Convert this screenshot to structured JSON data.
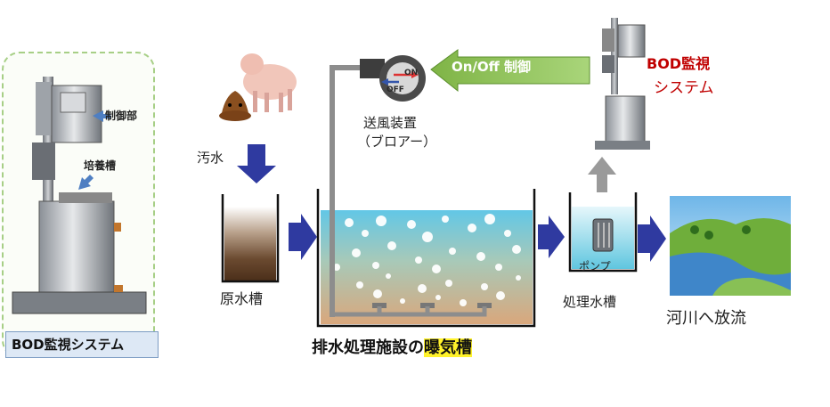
{
  "left_panel": {
    "labels": {
      "control_unit": "制御部",
      "culture_tank": "培養槽"
    },
    "caption": "BOD監視システム"
  },
  "main": {
    "wastewater_label": "汚水",
    "raw_tank_label": "原水槽",
    "blower_label_line1": "送風装置",
    "blower_label_line2": "（ブロアー）",
    "blower_on_text": "ON",
    "blower_off_text": "OFF",
    "control_arrow_text": "On/Off 制御",
    "bod_system_line1": "BOD監視",
    "bod_system_line2": "システム",
    "pump_label": "ポンプ",
    "treated_tank_label": "処理水槽",
    "river_label": "河川へ放流",
    "title_main": "排水処理施設の",
    "title_highlight": "曝気槽"
  },
  "colors": {
    "blue_arrow": "#2f3aa0",
    "green_arrow": "#8cc152",
    "gray_arrow": "#9a9a9a",
    "bod_red": "#c00000",
    "highlight": "#fff22a"
  }
}
